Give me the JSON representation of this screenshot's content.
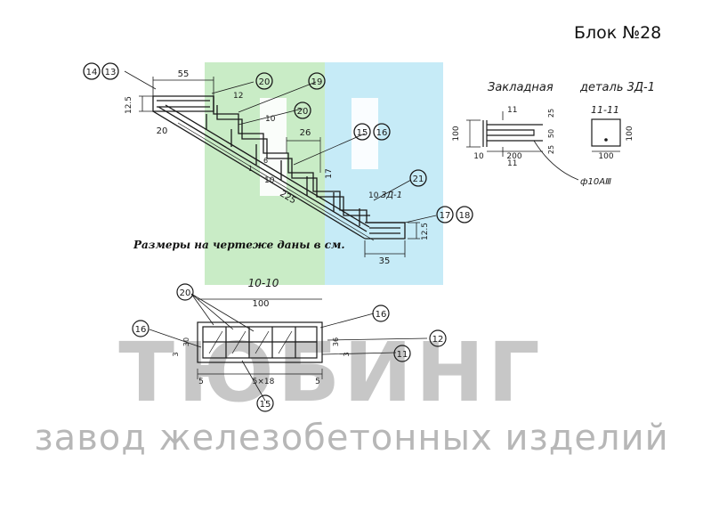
{
  "header": {
    "block_label": "Блок №28"
  },
  "note": {
    "text": "Размеры на чертеже даны в см."
  },
  "watermark": {
    "brand": "ТЮБИНГ",
    "subtitle": "завод железобетонных изделий"
  },
  "colors": {
    "logo_green": "#c9ecc6",
    "logo_blue": "#c6ebf7",
    "ink": "#1a1a1a",
    "watermark": "#9a9a9a"
  },
  "stair_view": {
    "callouts": [
      "14",
      "13",
      "20",
      "19",
      "20",
      "15",
      "16",
      "21",
      "17",
      "18"
    ],
    "dims": {
      "top_width": "55",
      "left_height": "12.5",
      "bottom_left": "20",
      "step_mid": "26",
      "diag_length": "225",
      "bottom_width": "35",
      "right_height": "12.5",
      "bar_10a": "10",
      "bar_10b": "10",
      "bar_10c": "10",
      "bar_12": "12",
      "bar_17": "17",
      "bar_6": "6",
      "bar_1": "1",
      "detail_ref": "3Д-1"
    }
  },
  "embedded_detail": {
    "title_left": "Закладная",
    "title_right": "деталь   3Д-1",
    "section_mark": "11",
    "section_title": "11-11",
    "dims": {
      "plate_height": "100",
      "length": "200",
      "d25a": "25",
      "d50": "50",
      "d25b": "25",
      "d10": "10",
      "sec_width": "100",
      "sec_height": "100",
      "bar_ref": "ф10АⅢ"
    }
  },
  "section_view": {
    "title": "10-10",
    "callouts": [
      "20",
      "16",
      "16",
      "12",
      "11",
      "15"
    ],
    "dims": {
      "width": "100",
      "spacing": "5×18",
      "edge_left": "5",
      "edge_right": "5",
      "h_left_outer": "3",
      "h_left_inner": "30",
      "h_right_inner": "36",
      "h_right_outer": "3"
    }
  }
}
